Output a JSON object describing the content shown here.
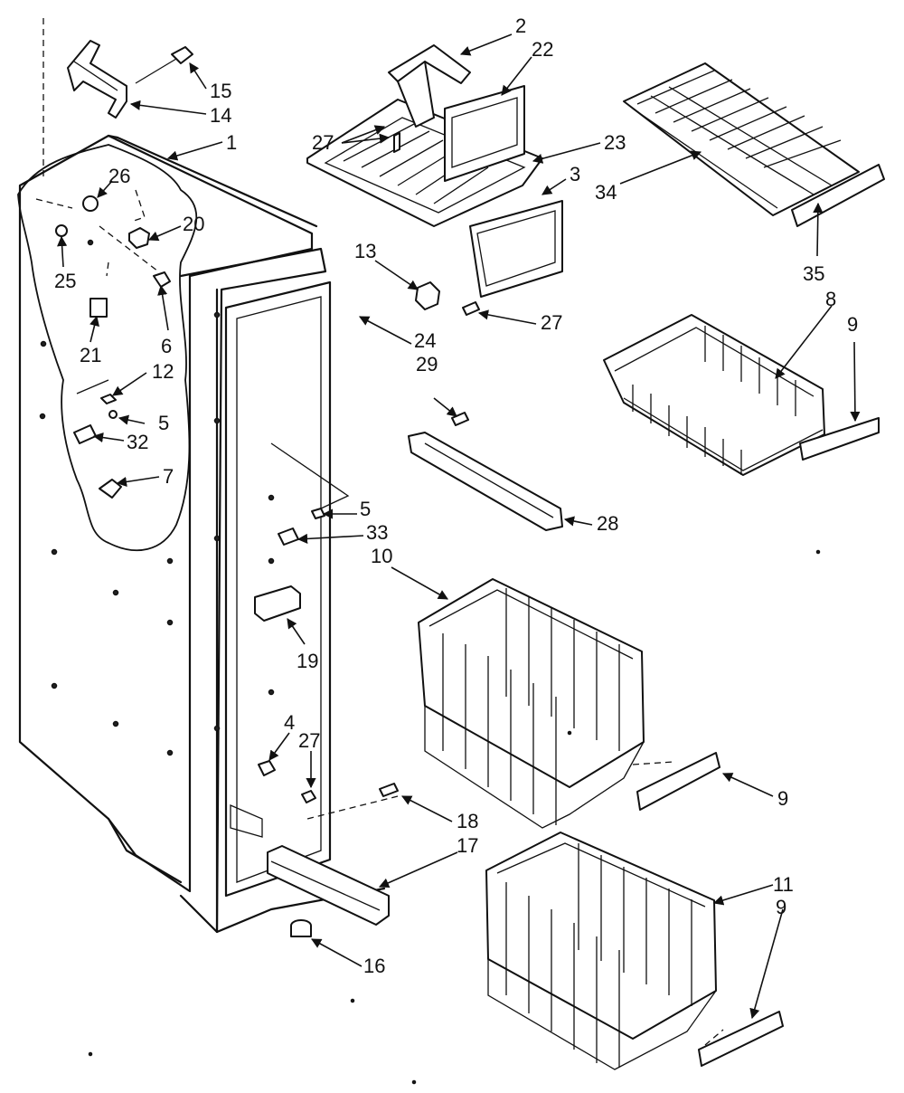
{
  "diagram": {
    "part_numbers": {
      "p1": "1",
      "p2": "2",
      "p3": "3",
      "p4": "4",
      "p5a": "5",
      "p5b": "5",
      "p6": "6",
      "p7": "7",
      "p8": "8",
      "p9a": "9",
      "p9b": "9",
      "p9c": "9",
      "p10": "10",
      "p11": "11",
      "p12": "12",
      "p13": "13",
      "p14": "14",
      "p15": "15",
      "p16": "16",
      "p17": "17",
      "p18": "18",
      "p19": "19",
      "p20": "20",
      "p21": "21",
      "p22": "22",
      "p23": "23",
      "p24": "24",
      "p25": "25",
      "p26": "26",
      "p27a": "27",
      "p27b": "27",
      "p27c": "27",
      "p28": "28",
      "p29": "29",
      "p32": "32",
      "p33": "33",
      "p34": "34",
      "p35": "35"
    }
  }
}
